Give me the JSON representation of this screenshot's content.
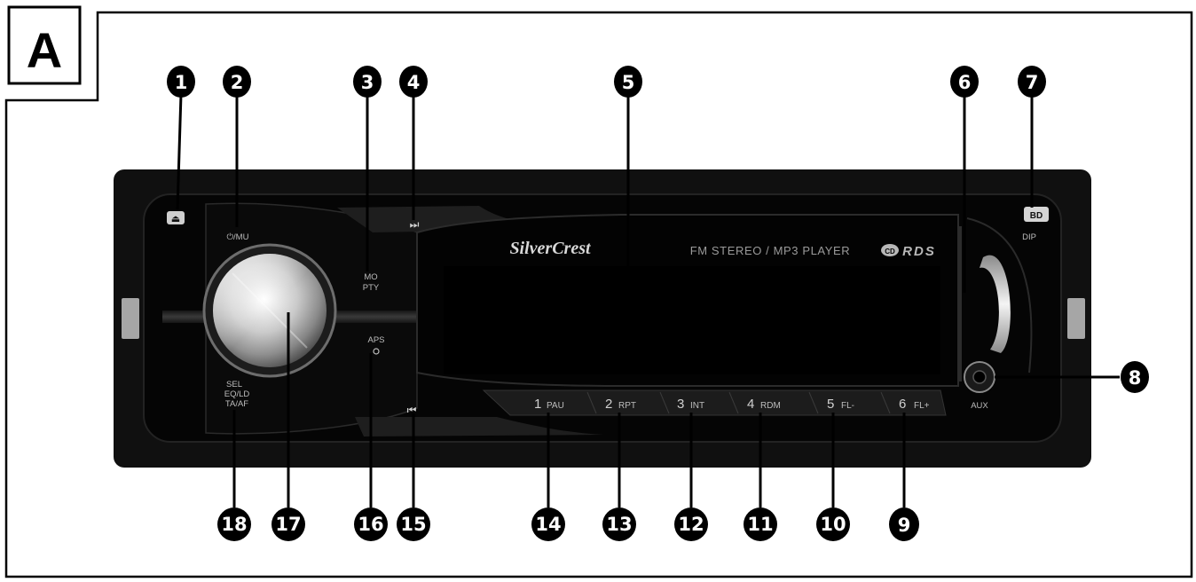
{
  "figure": {
    "panel_label": "A",
    "brand": "SilverCrest",
    "subtitle": "FM STEREO / MP3 PLAYER",
    "rds_label": "RDS",
    "cd_badge": "CD"
  },
  "controls": {
    "power_mu_label": "⏻/MU",
    "mo_label": "MO",
    "pty_label": "PTY",
    "aps_label": "APS",
    "sel_label": "SEL",
    "eqld_label": "EQ/LD",
    "taaf_label": "TA/AF",
    "bd_label": "BD",
    "dip_label": "DIP",
    "aux_label": "AUX",
    "next_glyph": "⏭",
    "prev_glyph": "⏮",
    "eject_glyph": "⏏"
  },
  "presets": [
    {
      "num": "1",
      "label": "PAU"
    },
    {
      "num": "2",
      "label": "RPT"
    },
    {
      "num": "3",
      "label": "INT"
    },
    {
      "num": "4",
      "label": "RDM"
    },
    {
      "num": "5",
      "label": "FL-"
    },
    {
      "num": "6",
      "label": "FL+"
    }
  ],
  "callouts": [
    "1",
    "2",
    "3",
    "4",
    "5",
    "6",
    "7",
    "8",
    "9",
    "10",
    "11",
    "12",
    "13",
    "14",
    "15",
    "16",
    "17",
    "18"
  ]
}
